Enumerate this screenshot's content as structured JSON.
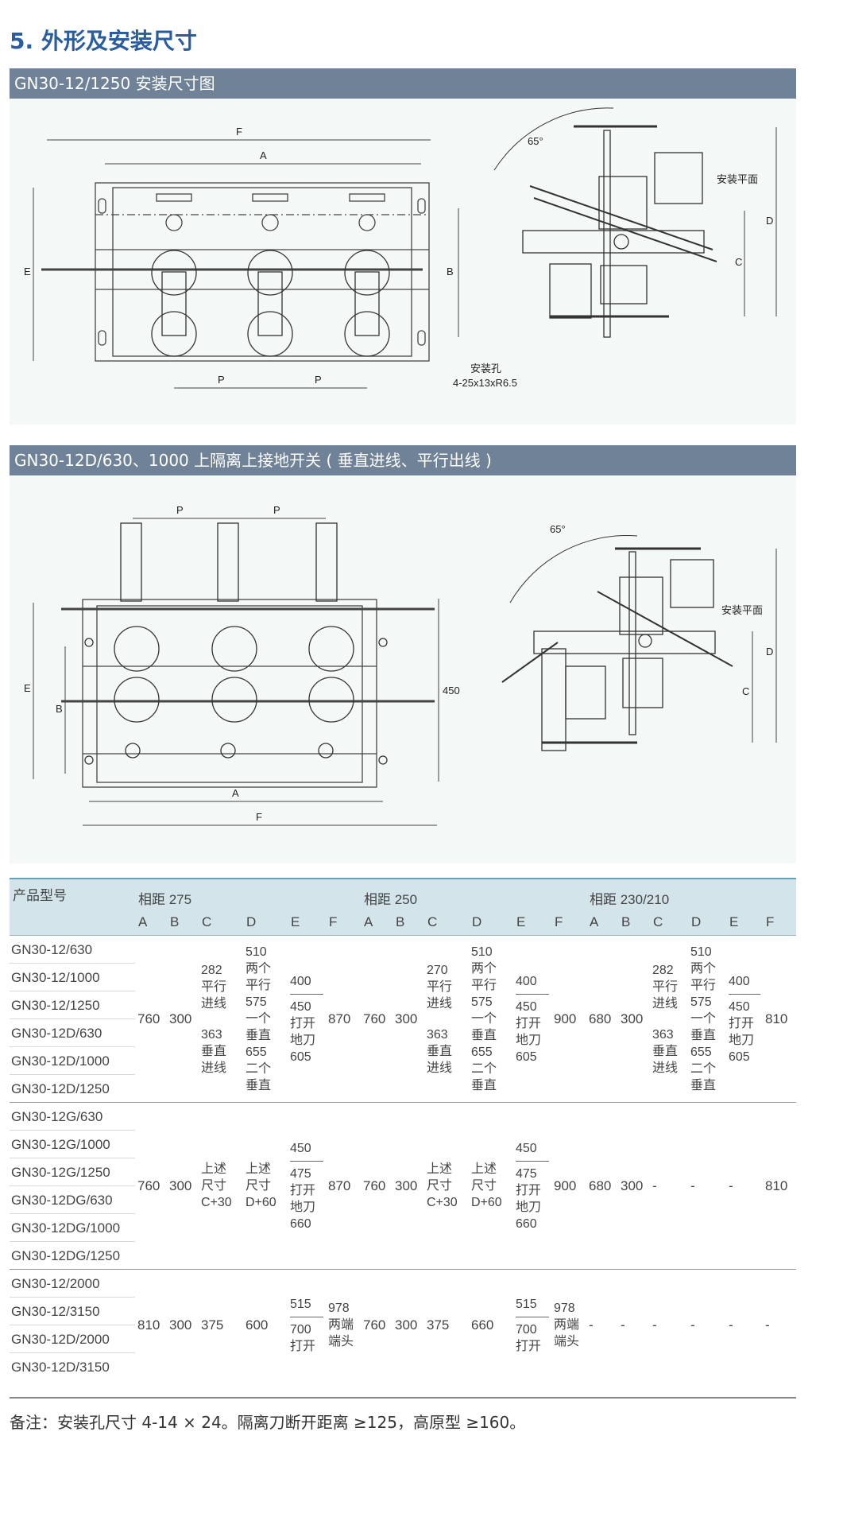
{
  "page_title": "5. 外形及安装尺寸",
  "section1": {
    "bar": "GN30-12/1250 安装尺寸图",
    "labels": {
      "F": "F",
      "A": "A",
      "E": "E",
      "B": "B",
      "P": "P",
      "D": "D",
      "C": "C",
      "angle": "65°",
      "plane": "安装平面",
      "hole": "安装孔",
      "hole_size": "4-25x13xR6.5"
    }
  },
  "section2": {
    "bar": "GN30-12D/630、1000 上隔离上接地开关 ( 垂直进线、平行出线 )",
    "labels": {
      "F": "F",
      "A": "A",
      "E": "E",
      "B": "B",
      "P": "P",
      "D": "D",
      "C": "C",
      "angle": "65°",
      "plane": "安装平面",
      "dim450": "450"
    }
  },
  "table": {
    "model_header": "产品型号",
    "groups": [
      "相距 275",
      "相距 250",
      "相距 230/210"
    ],
    "cols": [
      "A",
      "B",
      "C",
      "D",
      "E",
      "F"
    ],
    "group1": {
      "models": [
        "GN30-12/630",
        "GN30-12/1000",
        "GN30-12/1250",
        "GN30-12D/630",
        "GN30-12D/1000",
        "GN30-12D/1250"
      ],
      "g275": {
        "A": "760",
        "B": "300",
        "C_top": "282\n平行\n进线",
        "C_bot": "363\n垂直\n进线",
        "D": "510\n两个\n平行\n575\n一个\n垂直\n655\n二个\n垂直",
        "E_top": "400",
        "E_bot": "450\n打开\n地刀\n605",
        "F": "870"
      },
      "g250": {
        "A": "760",
        "B": "300",
        "C_top": "270\n平行\n进线",
        "C_bot": "363\n垂直\n进线",
        "D": "510\n两个\n平行\n575\n一个\n垂直\n655\n二个\n垂直",
        "E_top": "400",
        "E_bot": "450\n打开\n地刀\n605",
        "F": "900"
      },
      "g230": {
        "A": "680",
        "B": "300",
        "C_top": "282\n平行\n进线",
        "C_bot": "363\n垂直\n进线",
        "D": "510\n两个\n平行\n575\n一个\n垂直\n655\n二个\n垂直",
        "E_top": "400",
        "E_bot": "450\n打开\n地刀\n605",
        "F": "810"
      }
    },
    "group2": {
      "models": [
        "GN30-12G/630",
        "GN30-12G/1000",
        "GN30-12G/1250",
        "GN30-12DG/630",
        "GN30-12DG/1000",
        "GN30-12DG/1250"
      ],
      "g275": {
        "A": "760",
        "B": "300",
        "C": "上述\n尺寸\nC+30",
        "D": "上述\n尺寸\nD+60",
        "E_top": "450",
        "E_bot": "475\n打开\n地刀\n660",
        "F": "870"
      },
      "g250": {
        "A": "760",
        "B": "300",
        "C": "上述\n尺寸\nC+30",
        "D": "上述\n尺寸\nD+60",
        "E_top": "450",
        "E_bot": "475\n打开\n地刀\n660",
        "F": "900"
      },
      "g230": {
        "A": "680",
        "B": "300",
        "C": "-",
        "D": "-",
        "E": "-",
        "F": "810"
      }
    },
    "group3": {
      "models": [
        "GN30-12/2000",
        "GN30-12/3150",
        "GN30-12D/2000",
        "GN30-12D/3150"
      ],
      "g275": {
        "A": "810",
        "B": "300",
        "C": "375",
        "D": "600",
        "E_top": "515",
        "E_bot": "700\n打开",
        "F": "978\n两端\n端头"
      },
      "g250": {
        "A": "760",
        "B": "300",
        "C": "375",
        "D": "660",
        "E_top": "515",
        "E_bot": "700\n打开",
        "F": "978\n两端\n端头"
      },
      "g230": {
        "A": "-",
        "B": "-",
        "C": "-",
        "D": "-",
        "E": "-",
        "F": "-"
      }
    }
  },
  "note": "备注：安装孔尺寸 4-14 × 24。隔离刀断开距离 ≥125，高原型 ≥160。"
}
